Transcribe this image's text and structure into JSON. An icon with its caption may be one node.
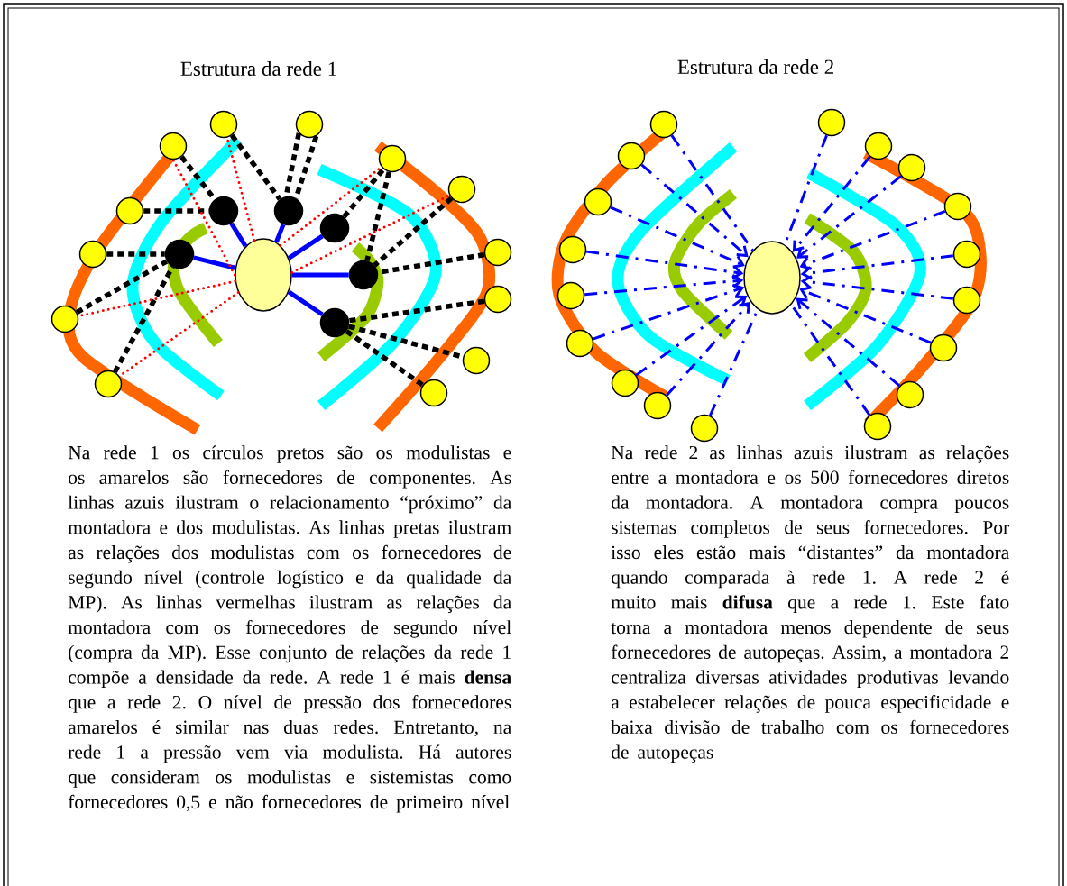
{
  "diagram": {
    "nodes": [
      {
        "text": [],
        "shape": "ellipse"
      },
      {
        "text": [],
        "shape": "circle"
      },
      {
        "text": [],
        "shape": "circle"
      },
      {
        "text": [],
        "shape": "circle"
      },
      {
        "text": [],
        "shape": "circle"
      },
      {
        "text": [],
        "shape": "circle"
      },
      {
        "text": [],
        "shape": "circle"
      },
      {
        "text": [],
        "shape": "circle"
      },
      {
        "text": [],
        "shape": "circle"
      },
      {
        "text": [],
        "shape": "circle"
      },
      {
        "text": [],
        "shape": "circle"
      },
      {
        "text": [],
        "shape": "circle"
      },
      {
        "text": [],
        "shape": "circle"
      },
      {
        "text": [],
        "shape": "circle"
      },
      {
        "text": [],
        "shape": "circle"
      },
      {
        "text": [],
        "shape": "circle"
      },
      {
        "text": [],
        "shape": "circle"
      },
      {
        "text": [],
        "shape": "circle"
      },
      {
        "text": [],
        "shape": "circle"
      },
      {
        "text": [],
        "shape": "circle"
      },
      {
        "text": [],
        "shape": "ellipse"
      },
      {
        "text": [],
        "shape": "circle"
      },
      {
        "text": [],
        "shape": "circle"
      },
      {
        "text": [],
        "shape": "circle"
      },
      {
        "text": [],
        "shape": "circle"
      },
      {
        "text": [],
        "shape": "circle"
      },
      {
        "text": [],
        "shape": "circle"
      },
      {
        "text": [],
        "shape": "circle"
      },
      {
        "text": [],
        "shape": "circle"
      },
      {
        "text": [],
        "shape": "circle"
      },
      {
        "text": [],
        "shape": "circle"
      },
      {
        "text": [],
        "shape": "circle"
      },
      {
        "text": [],
        "shape": "circle"
      },
      {
        "text": [],
        "shape": "circle"
      },
      {
        "text": [],
        "shape": "circle"
      },
      {
        "text": [],
        "shape": "circle"
      },
      {
        "text": [],
        "shape": "circle"
      },
      {
        "text": [],
        "shape": "circle"
      },
      {
        "text": [],
        "shape": "circle"
      }
    ],
    "edges": [
      {
        "from": 0,
        "to": 1,
        "arrow": "none"
      },
      {
        "from": 0,
        "to": 2,
        "arrow": "none"
      },
      {
        "from": 0,
        "to": 3,
        "arrow": "none"
      },
      {
        "from": 0,
        "to": 4,
        "arrow": "none"
      },
      {
        "from": 0,
        "to": 5,
        "arrow": "none"
      },
      {
        "from": 0,
        "to": 6,
        "arrow": "none"
      },
      {
        "from": 9,
        "to": 1,
        "arrow": "none",
        "style": "dashed",
        "color": "#000000"
      },
      {
        "from": 12,
        "to": 1,
        "arrow": "none",
        "style": "dashed",
        "color": "#000000"
      },
      {
        "from": 7,
        "to": 2,
        "arrow": "none",
        "style": "dashed",
        "color": "#000000"
      },
      {
        "from": 8,
        "to": 2,
        "arrow": "none",
        "style": "dashed",
        "color": "#000000"
      },
      {
        "from": 8,
        "to": 2,
        "arrow": "none",
        "style": "dashed",
        "color": "#000000"
      },
      {
        "from": 13,
        "to": 4,
        "arrow": "none",
        "style": "dashed",
        "color": "#000000"
      },
      {
        "from": 16,
        "to": 4,
        "arrow": "none",
        "style": "dashed",
        "color": "#000000"
      },
      {
        "from": 18,
        "to": 4,
        "arrow": "none",
        "style": "dashed",
        "color": "#000000"
      },
      {
        "from": 3,
        "to": 10,
        "arrow": "none",
        "style": "dashed",
        "color": "#000000"
      },
      {
        "from": 10,
        "to": 5,
        "arrow": "none",
        "style": "dashed",
        "color": "#000000"
      },
      {
        "from": 11,
        "to": 5,
        "arrow": "none",
        "style": "dashed",
        "color": "#000000"
      },
      {
        "from": 14,
        "to": 5,
        "arrow": "none",
        "style": "dashed",
        "color": "#000000"
      },
      {
        "from": 15,
        "to": 6,
        "arrow": "none",
        "style": "dashed",
        "color": "#000000"
      },
      {
        "from": 6,
        "to": 17,
        "arrow": "none",
        "style": "dashed",
        "color": "#000000"
      },
      {
        "from": 6,
        "to": 19,
        "arrow": "none",
        "style": "dashed",
        "color": "#000000"
      },
      {
        "from": 0,
        "to": 9,
        "arrow": "none",
        "style": "dashed",
        "color": "#ff0000"
      },
      {
        "from": 0,
        "to": 7,
        "arrow": "none",
        "style": "dashed",
        "color": "#ff0000"
      },
      {
        "from": 0,
        "to": 10,
        "arrow": "none",
        "style": "dashed",
        "color": "#ff0000"
      },
      {
        "from": 0,
        "to": 11,
        "arrow": "none",
        "style": "dashed",
        "color": "#ff0000"
      },
      {
        "from": 0,
        "to": 16,
        "arrow": "none",
        "style": "dashed",
        "color": "#ff0000"
      },
      {
        "from": 0,
        "to": 18,
        "arrow": "none",
        "style": "dashed",
        "color": "#ff0000"
      },
      {
        "from": 21,
        "to": 20,
        "arrow": "none",
        "style": "dashed"
      },
      {
        "from": 22,
        "to": 20,
        "arrow": "to",
        "style": "dashed"
      },
      {
        "from": 23,
        "to": 20,
        "arrow": "to",
        "style": "dashed"
      },
      {
        "from": 24,
        "to": 20,
        "arrow": "to",
        "style": "dashed"
      },
      {
        "from": 25,
        "to": 20,
        "arrow": "to",
        "style": "dashed"
      },
      {
        "from": 26,
        "to": 20,
        "arrow": "to",
        "style": "dashed"
      },
      {
        "from": 27,
        "to": 20,
        "arrow": "to",
        "style": "dashed"
      },
      {
        "from": 28,
        "to": 20,
        "arrow": "to",
        "style": "dashed"
      },
      {
        "from": 29,
        "to": 20,
        "arrow": "none",
        "style": "dashed"
      },
      {
        "from": 30,
        "to": 20,
        "arrow": "none",
        "style": "dashed"
      },
      {
        "from": 31,
        "to": 20,
        "arrow": "to",
        "style": "dashed"
      },
      {
        "from": 32,
        "to": 20,
        "arrow": "to",
        "style": "dashed"
      },
      {
        "from": 33,
        "to": 20,
        "arrow": "to",
        "style": "dashed"
      },
      {
        "from": 34,
        "to": 20,
        "arrow": "to",
        "style": "dashed"
      },
      {
        "from": 35,
        "to": 20,
        "arrow": "to",
        "style": "dashed"
      },
      {
        "from": 36,
        "to": 20,
        "arrow": "to",
        "style": "dashed"
      },
      {
        "from": 37,
        "to": 20,
        "arrow": "to",
        "style": "dashed"
      },
      {
        "from": 38,
        "to": 20,
        "arrow": "none",
        "style": "dashed"
      }
    ],
    "labels": [
      "Estrutura da rede 1",
      "Estrutura da rede 2",
      "Na rede 1 os círculos pretos são os modulistas e os amarelos são fornecedores de componentes. As linhas azuis ilustram o relacionamento “próximo” da montadora e dos modulistas. As linhas pretas ilustram as relações dos modulistas com os fornecedores de segundo nível (controle logístico e da qualidade da MP). As linhas vermelhas ilustram as relações da montadora com os fornecedores de segundo nível (compra da MP). Esse conjunto de relações da rede 1 compõe a densidade da rede. A rede 1 é mais **densa** que a rede 2. O nível de pressão dos fornecedores amarelos é similar nas duas redes. Entretanto, na rede 1 a pressão vem via modulista. Há autores que consideram os modulistas e sistemistas como fornecedores 0,5 e não fornecedores de primeiro nível",
      "Na rede 2 as linhas azuis ilustram as relações entre a montadora e os 500 fornecedores diretos da montadora. A montadora compra poucos sistemas completos de seus fornecedores. Por isso eles estão mais “distantes” da montadora quando comparada à rede 1. A rede 2 é muito mais **difusa** que a rede 1. Este fato torna a montadora menos dependente de seus fornecedores de autopeças. Assim, a montadora 2 centraliza diversas atividades produtivas levando a estabelecer relações de pouca especificidade e baixa divisão de trabalho com os fornecedores de autopeças"
    ]
  }
}
